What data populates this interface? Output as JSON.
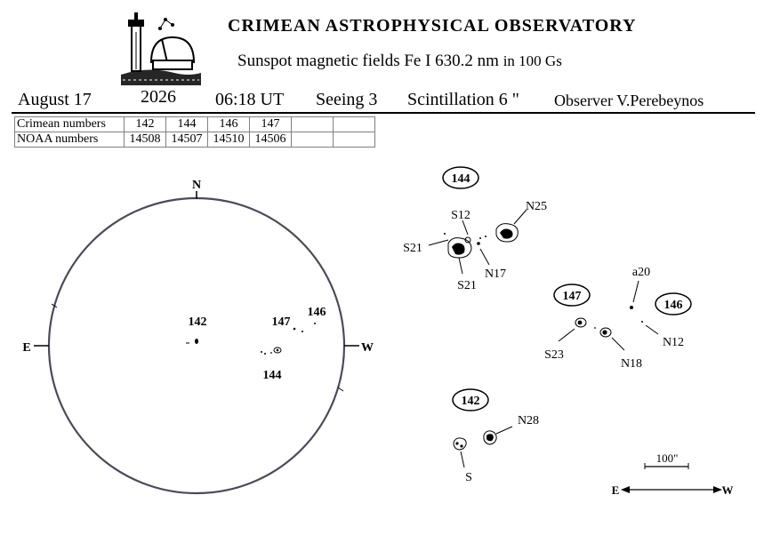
{
  "header": {
    "title": "CRIMEAN ASTROPHYSICAL OBSERVATORY",
    "subtitle_main": "Sunspot  magnetic  fields  Fe I 630.2 nm",
    "subtitle_unit": "in 100 Gs"
  },
  "info": {
    "date": "August  17",
    "year": "2026",
    "time": "06:18 UT",
    "seeing": "Seeing 3",
    "scintillation": "Scintillation  6 \"",
    "observer": "Observer  V.Perebeynos"
  },
  "numbers_table": {
    "crimean_label": "Crimean numbers",
    "noaa_label": "NOAA numbers",
    "crimean": [
      "142",
      "144",
      "146",
      "147",
      "",
      ""
    ],
    "noaa": [
      "14508",
      "14507",
      "14510",
      "14506",
      "",
      ""
    ]
  },
  "disk": {
    "north": "N",
    "east": "E",
    "west": "W",
    "regions": {
      "r142": "142",
      "r144": "144",
      "r146": "146",
      "r147": "147"
    }
  },
  "detail": {
    "g144": {
      "label": "144",
      "fields": {
        "s12": "S12",
        "n25": "N25",
        "s21a": "S21",
        "s21b": "S21",
        "n17": "N17"
      }
    },
    "g147": {
      "label": "147",
      "fields": {
        "s23": "S23",
        "n18": "N18"
      }
    },
    "g146": {
      "label": "146",
      "fields": {
        "a20": "a20",
        "n12": "N12"
      }
    },
    "g142": {
      "label": "142",
      "fields": {
        "n28": "N28",
        "s": "S"
      }
    }
  },
  "scale": {
    "label": "100\"",
    "east": "E",
    "west": "W"
  }
}
